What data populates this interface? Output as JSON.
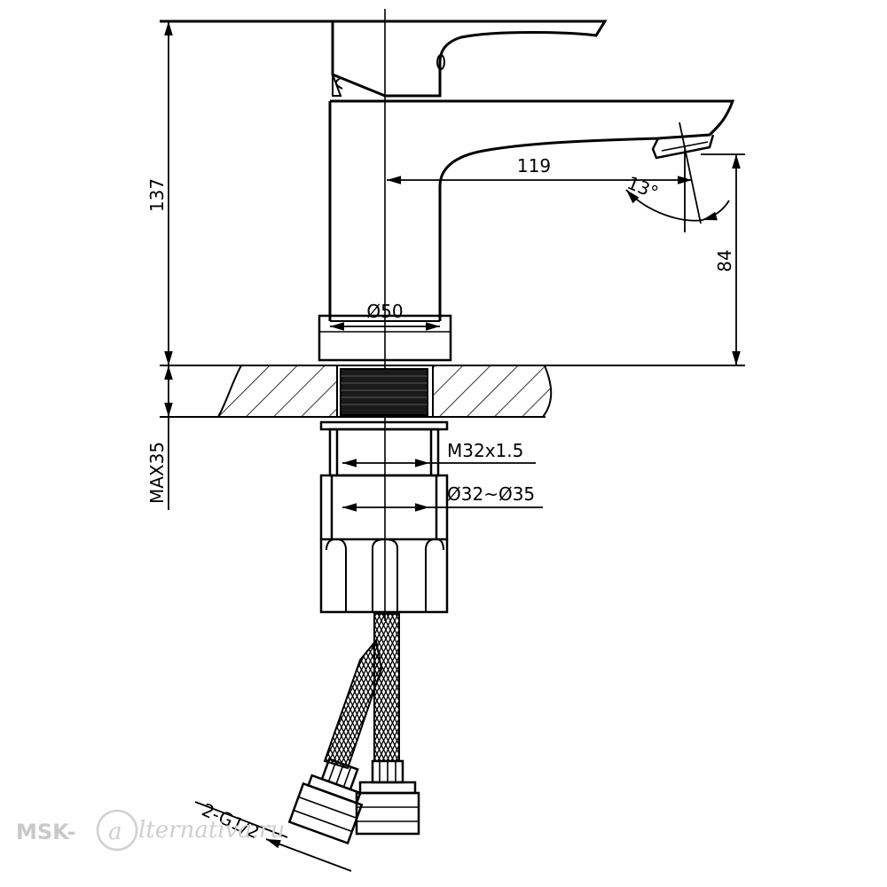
{
  "dimensions": {
    "height_total": "137",
    "spout_reach": "119",
    "spout_angle": "13°",
    "spout_height": "84",
    "base_diameter": "Ø50",
    "deck_thickness": "MAX35",
    "thread": "M32x1.5",
    "hole_diameter": "Ø32~Ø35",
    "hose_connection": "2-G1/2"
  },
  "watermark": {
    "prefix": "MSK-",
    "script": "lternativa.ru"
  },
  "colors": {
    "line": "#000000",
    "watermark": "#c9c9c9"
  }
}
